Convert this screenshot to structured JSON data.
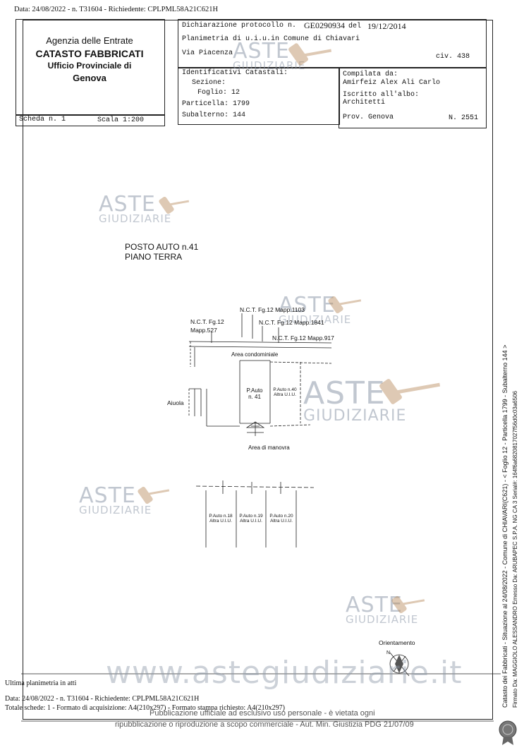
{
  "top_header": "Data: 24/08/2022 - n. T31604 - Richiedente: CPLPML58A21C621H",
  "agency": {
    "line1": "Agenzia delle Entrate",
    "line2": "CATASTO FABBRICATI",
    "line3": "Ufficio Provinciale di",
    "line4": "Genova"
  },
  "declaration": {
    "label": "Dichiarazione protocollo n.",
    "number": "GE0290934",
    "del_label": "del",
    "date": "19/12/2014",
    "planimetria": "Planimetria di u.i.u.in Comune di Chiavari",
    "via": "Via Piacenza",
    "civ": "civ. 438"
  },
  "identificativi": {
    "title": "Identificativi Catastali:",
    "sezione": "Sezione:",
    "foglio": "Foglio: 12",
    "particella": "Particella: 1799",
    "subalterno": "Subalterno: 144"
  },
  "compilata": {
    "label": "Compilata da:",
    "name": "Amirfeiz Alex Ali Carlo",
    "iscritto": "Iscritto all'albo:",
    "albo": "Architetti",
    "prov": "Prov. Genova",
    "n": "N. 2551"
  },
  "scheda": {
    "label": "Scheda n. 1",
    "scala": "Scala 1:200"
  },
  "plan": {
    "title1": "POSTO AUTO n.41",
    "title2": "PIANO TERRA",
    "nct1": "N.C.T. Fg.12 Mapp.1103",
    "nct2a": "N.C.T. Fg.12",
    "nct2b": "Mapp.527",
    "nct3": "N.C.T. Fg.12 Mapp.1841",
    "nct4": "N.C.T. Fg.12 Mapp.917",
    "area_cond": "Area condominiale",
    "aiuola": "Aiuola",
    "pauto41a": "P.Auto",
    "pauto41b": "n. 41",
    "pa40a": "P.Auto n.40",
    "pa40b": "Altra U.I.U.",
    "manovra": "Area di manovra",
    "pa18a": "P.Auto n.18",
    "pa18b": "Altra U.I.U.",
    "pa19a": "P.Auto n.19",
    "pa19b": "Altra U.I.U.",
    "pa20a": "P.Auto n.20",
    "pa20b": "Altra U.I.U.",
    "orientamento": "Orientamento",
    "north": "N"
  },
  "watermark": {
    "aste": "ASTE",
    "giudiziarie": "GIUDIZIARIE",
    "site": "www.astegiudiziarie.it"
  },
  "footer": {
    "ultima": "Ultima planimetria in atti",
    "data": "Data: 24/08/2022 - n. T31604 - Richiedente: CPLPML58A21C621H",
    "totale": "Totale schede: 1 - Formato di acquisizione: A4(210x297) - Formato stampa richiesto: A4(210x297)",
    "pubbl1": "Pubblicazione ufficiale ad esclusivo uso personale - è vietata ogni",
    "pubbl2": "ripubblicazione o riproduzione a scopo commerciale - Aut. Min. Giustizia PDG 21/07/09"
  },
  "side_text": {
    "catasto": "Catasto dei Fabbricati - Situazione al 24/08/2022 - Comune di CHIAVARI(C621) - < Foglio 12 - Particella 1799 - Subalterno 144 >",
    "firmato": "Firmato Da: MAGGIOLO ALESSANDRO Emesso Da: ARUBAPEC S.P.A. NG CA 3 Serial#: 164f6a6820817027f56d0c03a6506"
  }
}
